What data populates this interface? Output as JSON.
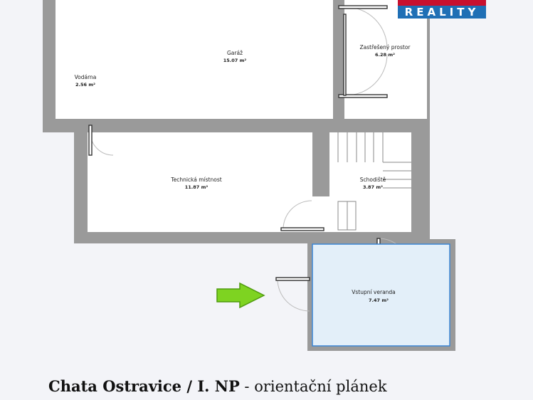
{
  "brand": {
    "logo_text": "REALITY",
    "logo_top_color": "#c8102e",
    "logo_bottom_color": "#1f6fb5"
  },
  "rooms": [
    {
      "name": "Garáž",
      "area": "15.07 m²"
    },
    {
      "name": "Zastřešený prostor",
      "area": "6.28 m²"
    },
    {
      "name": "Vodárna",
      "area": "2.56 m²"
    },
    {
      "name": "Technická místnost",
      "area": "11.87 m²"
    },
    {
      "name": "Schodiště",
      "area": "3.87 m²"
    },
    {
      "name": "Vstupní veranda",
      "area": "7.47 m²"
    }
  ],
  "colors": {
    "wall": "#9a9a9a",
    "highlight_fill": "#e3eff9",
    "highlight_stroke": "#3b86d6",
    "arrow": "#7ed321"
  },
  "caption": {
    "title": "Chata Ostravice / I. NP",
    "subtitle": " - orientační plánek"
  }
}
